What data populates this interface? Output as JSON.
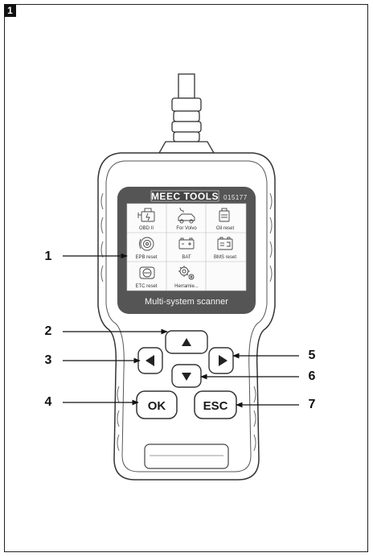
{
  "figure": {
    "number": "1"
  },
  "device": {
    "brand": "MEEC TOOLS",
    "model": "015177",
    "caption": "Multi-system scanner"
  },
  "screen": {
    "tiles": [
      {
        "label": "OBD II",
        "icon": "engine-icon"
      },
      {
        "label": "For Volvo",
        "icon": "car-icon"
      },
      {
        "label": "Oil reset",
        "icon": "oil-can-icon"
      },
      {
        "label": "EPB reset",
        "icon": "brake-disc-icon"
      },
      {
        "label": "BAT",
        "icon": "battery-icon"
      },
      {
        "label": "BMS reset",
        "icon": "bms-icon"
      },
      {
        "label": "ETC reset",
        "icon": "throttle-icon"
      },
      {
        "label": "Herramie...",
        "icon": "gears-icon"
      }
    ]
  },
  "buttons": {
    "ok": "OK",
    "esc": "ESC",
    "up": "up-arrow-icon",
    "down": "down-arrow-icon",
    "left": "left-arrow-icon",
    "right": "right-arrow-icon"
  },
  "callouts": [
    "1",
    "2",
    "3",
    "4",
    "5",
    "6",
    "7"
  ]
}
